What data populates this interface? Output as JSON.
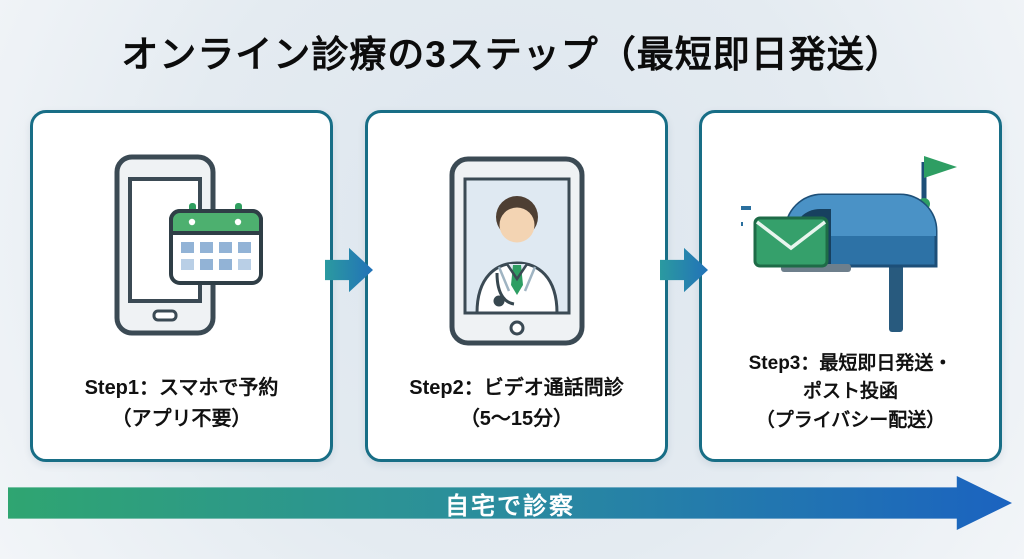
{
  "title": "オンライン診療の3ステップ（最短即日発送）",
  "steps": [
    {
      "icon": "smartphone-calendar-icon",
      "lines": [
        "Step1：スマホで予約",
        "（アプリ不要）"
      ]
    },
    {
      "icon": "tablet-doctor-icon",
      "lines": [
        "Step2：ビデオ通話問診",
        "（5〜15分）"
      ]
    },
    {
      "icon": "mailbox-icon",
      "lines": [
        "Step3：最短即日発送・",
        "ポスト投函",
        "（プライバシー配送）"
      ]
    }
  ],
  "bottom_arrow_label": "自宅で診察",
  "colors": {
    "card_border": "#186e86",
    "step_arrow_start": "#2b9aa0",
    "step_arrow_end": "#2272b8",
    "bottom_arrow_start": "#2fa571",
    "bottom_arrow_end": "#1b63c0",
    "calendar_green": "#4db06f",
    "envelope_green": "#35a06b",
    "mailbox_blue": "#2d72a6",
    "background": "#e4ebf1"
  }
}
